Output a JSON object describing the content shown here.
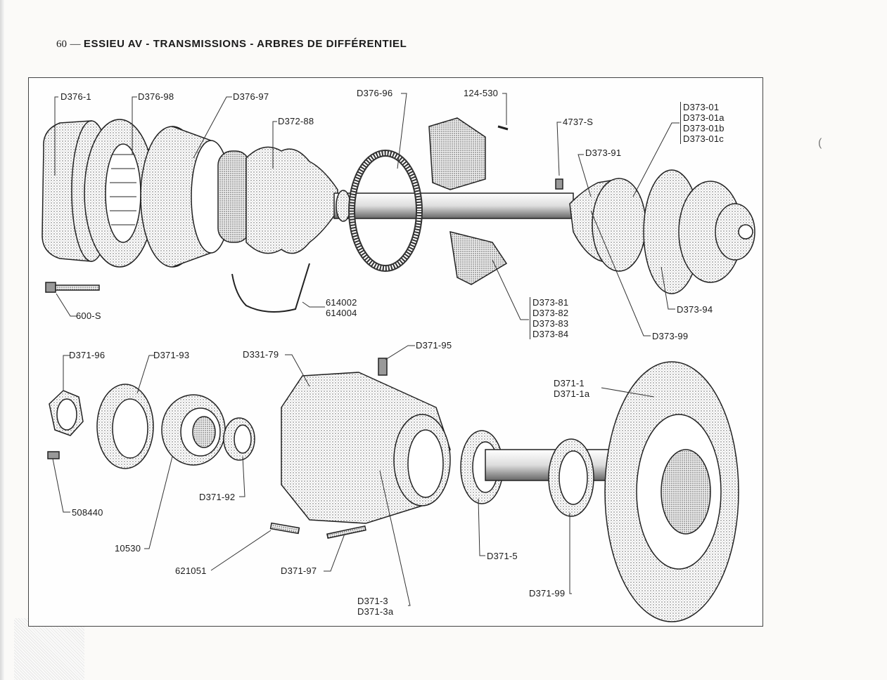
{
  "header": {
    "page_number": "60",
    "dash": "—",
    "title": "ESSIEU AV - TRANSMISSIONS - ARBRES DE DIFFÉRENTIEL"
  },
  "labels": {
    "d376_1": "D376-1",
    "d376_98": "D376-98",
    "d376_97": "D376-97",
    "d372_88": "D372-88",
    "d376_96": "D376-96",
    "p124_530": "124-530",
    "p4737_s": "4737-S",
    "d373_91": "D373-91",
    "d373_01_group": [
      "D373-01",
      "D373-01a",
      "D373-01b",
      "D373-01c"
    ],
    "p600_s": "600-S",
    "p614002_group": [
      "614002",
      "614004"
    ],
    "d373_81_group": [
      "D373-81",
      "D373-82",
      "D373-83",
      "D373-84"
    ],
    "d373_94": "D373-94",
    "d373_99": "D373-99",
    "d371_96": "D371-96",
    "d371_93": "D371-93",
    "d331_79": "D331-79",
    "d371_95": "D371-95",
    "d371_1_group": [
      "D371-1",
      "D371-1a"
    ],
    "p508440": "508440",
    "d371_92": "D371-92",
    "p10530": "10530",
    "p621051": "621051",
    "d371_97": "D371-97",
    "d371_5": "D371-5",
    "d371_99": "D371-99",
    "d371_3_group": [
      "D371-3",
      "D371-3a"
    ]
  },
  "margin_mark": "("
}
